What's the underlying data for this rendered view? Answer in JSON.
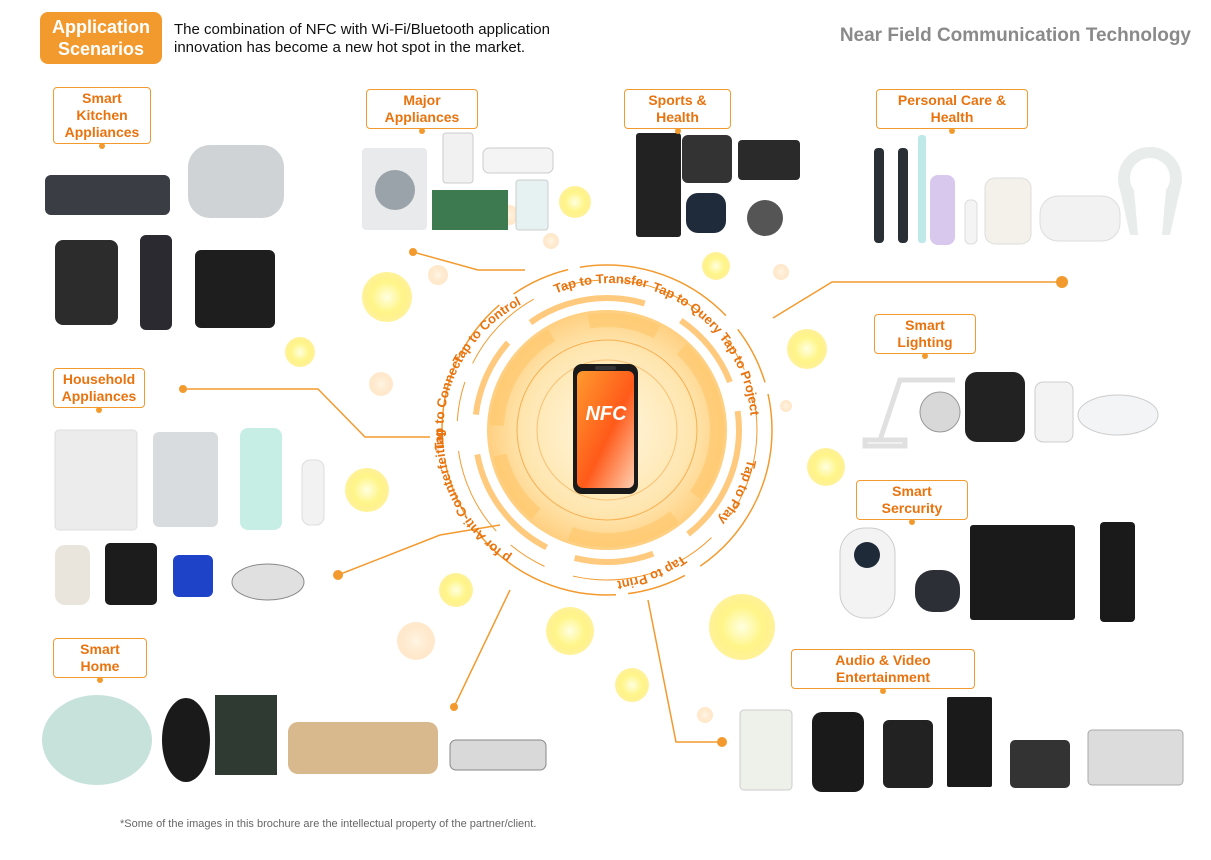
{
  "header": {
    "badge": "Application\nScenarios",
    "tagline": "The combination of NFC with Wi-Fi/Bluetooth application innovation has become a new hot spot in the market.",
    "doc_title": "Near Field Communication Technology"
  },
  "categories": {
    "smart_kitchen": "Smart Kitchen\nAppliances",
    "major_appliances": "Major Appliances",
    "sports_health": "Sports & Health",
    "personal_care": "Personal Care & Health",
    "household": "Household\nAppliances",
    "smart_lighting": "Smart Lighting",
    "smart_security": "Smart Sercurity",
    "smart_home": "Smart Home",
    "audio_video": "Audio & Video Entertainment"
  },
  "hub": {
    "center": "NFC",
    "functions": [
      "Tap to Transfer",
      "Tap to Query",
      "Tap to Project",
      "Tap to Play",
      "Tap to Print",
      "Tap for Anti-Counterfeiting",
      "Tap to Connect",
      "Tap to Control"
    ]
  },
  "colors": {
    "accent": "#f39a2e",
    "accent_dark": "#e8730f",
    "bubble": "#fff27a"
  },
  "footnote": "*Some of the images in this brochure are the intellectual property of the partner/client."
}
